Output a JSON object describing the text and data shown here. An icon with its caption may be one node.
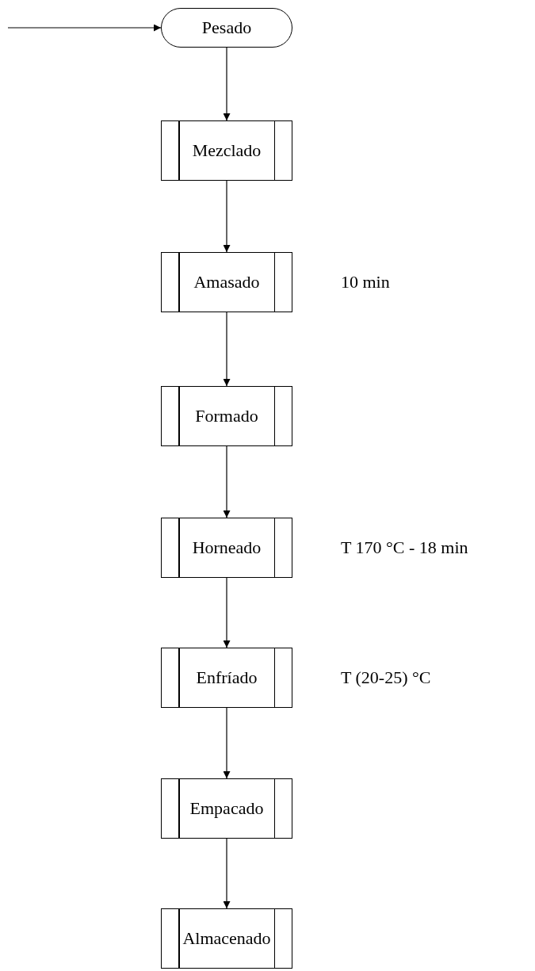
{
  "diagram": {
    "nodes": [
      {
        "text": [
          "Pesado"
        ]
      },
      {
        "text": [
          "Mezclado"
        ]
      },
      {
        "text": [
          "Amasado"
        ],
        "beside": [
          "10 min"
        ]
      },
      {
        "text": [
          "Formado"
        ]
      },
      {
        "text": [
          "Horneado"
        ],
        "beside": [
          "T 170 °C - 18 min"
        ]
      },
      {
        "text": [
          "Enfríado"
        ],
        "beside": [
          "T (20-25) °C"
        ]
      },
      {
        "text": [
          "Empacado"
        ]
      },
      {
        "text": [
          "Almacenado"
        ]
      }
    ],
    "edges": [
      {
        "from": null,
        "to": 0,
        "arrow": "to"
      },
      {
        "from": 0,
        "to": 1,
        "arrow": "to"
      },
      {
        "from": 1,
        "to": 2,
        "arrow": "to"
      },
      {
        "from": 2,
        "to": 3,
        "arrow": "to"
      },
      {
        "from": 3,
        "to": 4,
        "arrow": "to"
      },
      {
        "from": 4,
        "to": 5,
        "arrow": "to"
      },
      {
        "from": 5,
        "to": 6,
        "arrow": "to"
      },
      {
        "from": 6,
        "to": 7,
        "arrow": "to"
      }
    ]
  }
}
